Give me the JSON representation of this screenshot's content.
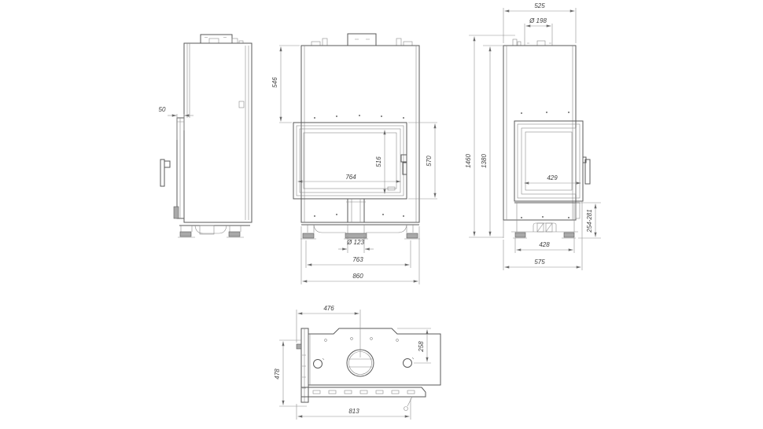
{
  "views": {
    "left_side": {
      "dims": {
        "door_protrusion": "50"
      }
    },
    "front": {
      "dims": {
        "top_section_height": "546",
        "glass_width": "764",
        "glass_height": "516",
        "door_height": "570",
        "leg_tube_diameter": "Ø 123",
        "feet_spacing": "763",
        "overall_width": "860"
      }
    },
    "right_side": {
      "dims": {
        "body_depth": "525",
        "flue_diameter": "Ø 198",
        "overall_height": "1460",
        "body_height": "1380",
        "side_glass_width": "429",
        "base_height_range": "254-281",
        "base_width": "428",
        "overall_depth": "575"
      }
    },
    "bottom": {
      "dims": {
        "back_to_flue_axis": "476",
        "side_to_flue_axis": "258",
        "overall_depth": "478",
        "overall_width": "813"
      }
    }
  },
  "colors": {
    "line": "#5a5a5a",
    "dim_line": "#8f8f8f",
    "text": "#3f3f3f",
    "background": "#ffffff"
  }
}
